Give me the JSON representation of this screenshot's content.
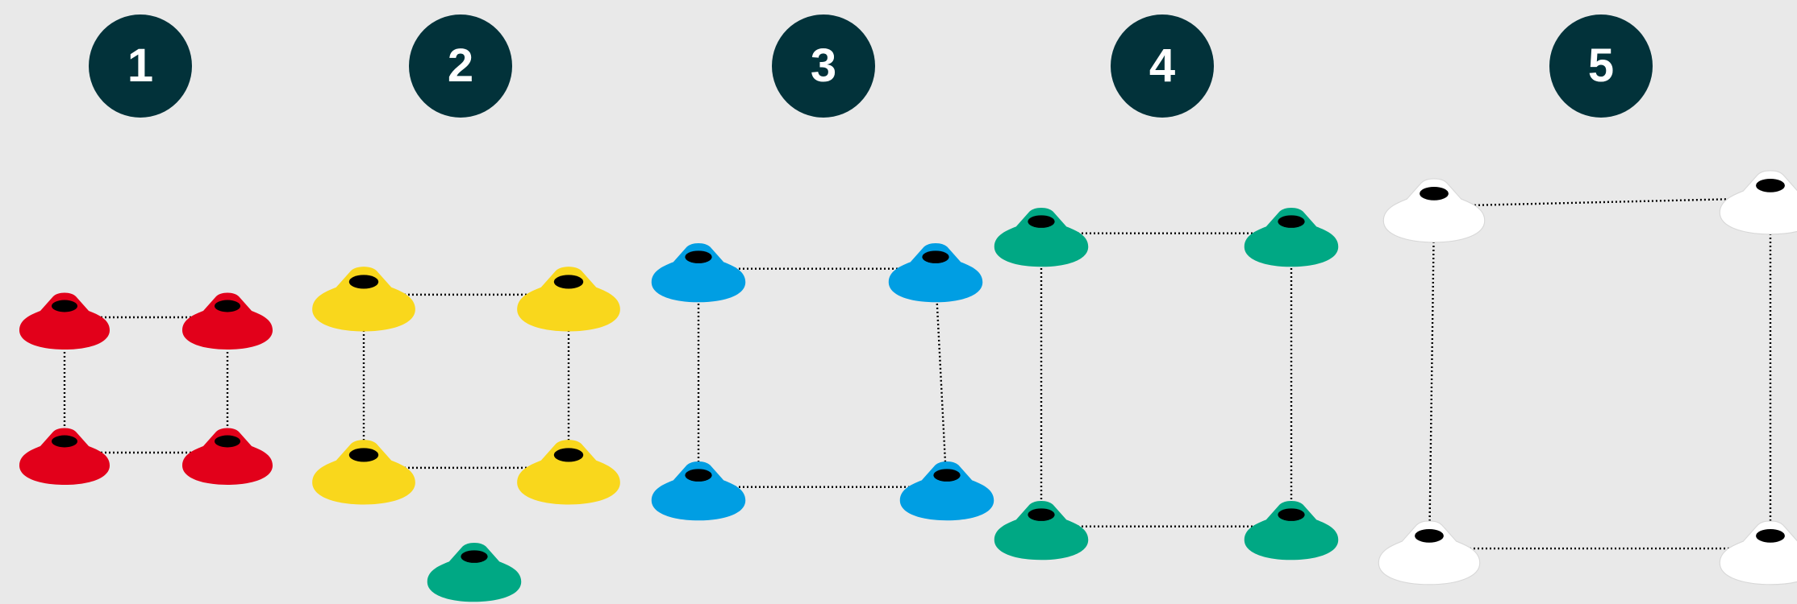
{
  "colors": {
    "background": "#e9e9e9",
    "badge_fill": "#02323a",
    "badge_text": "#ffffff",
    "cone_red": "#e2001a",
    "cone_yellow": "#f9d71c",
    "cone_blue": "#009ee3",
    "cone_green": "#00a884",
    "cone_white": "#ffffff",
    "cone_hole": "#000000",
    "dotted_line": "#000000"
  },
  "stations": [
    {
      "number": "1",
      "cone_color": "red"
    },
    {
      "number": "2",
      "cone_color": "yellow"
    },
    {
      "number": "3",
      "cone_color": "blue"
    },
    {
      "number": "4",
      "cone_color": "green"
    },
    {
      "number": "5",
      "cone_color": "white"
    }
  ],
  "extra_cone": {
    "cone_color": "green"
  }
}
